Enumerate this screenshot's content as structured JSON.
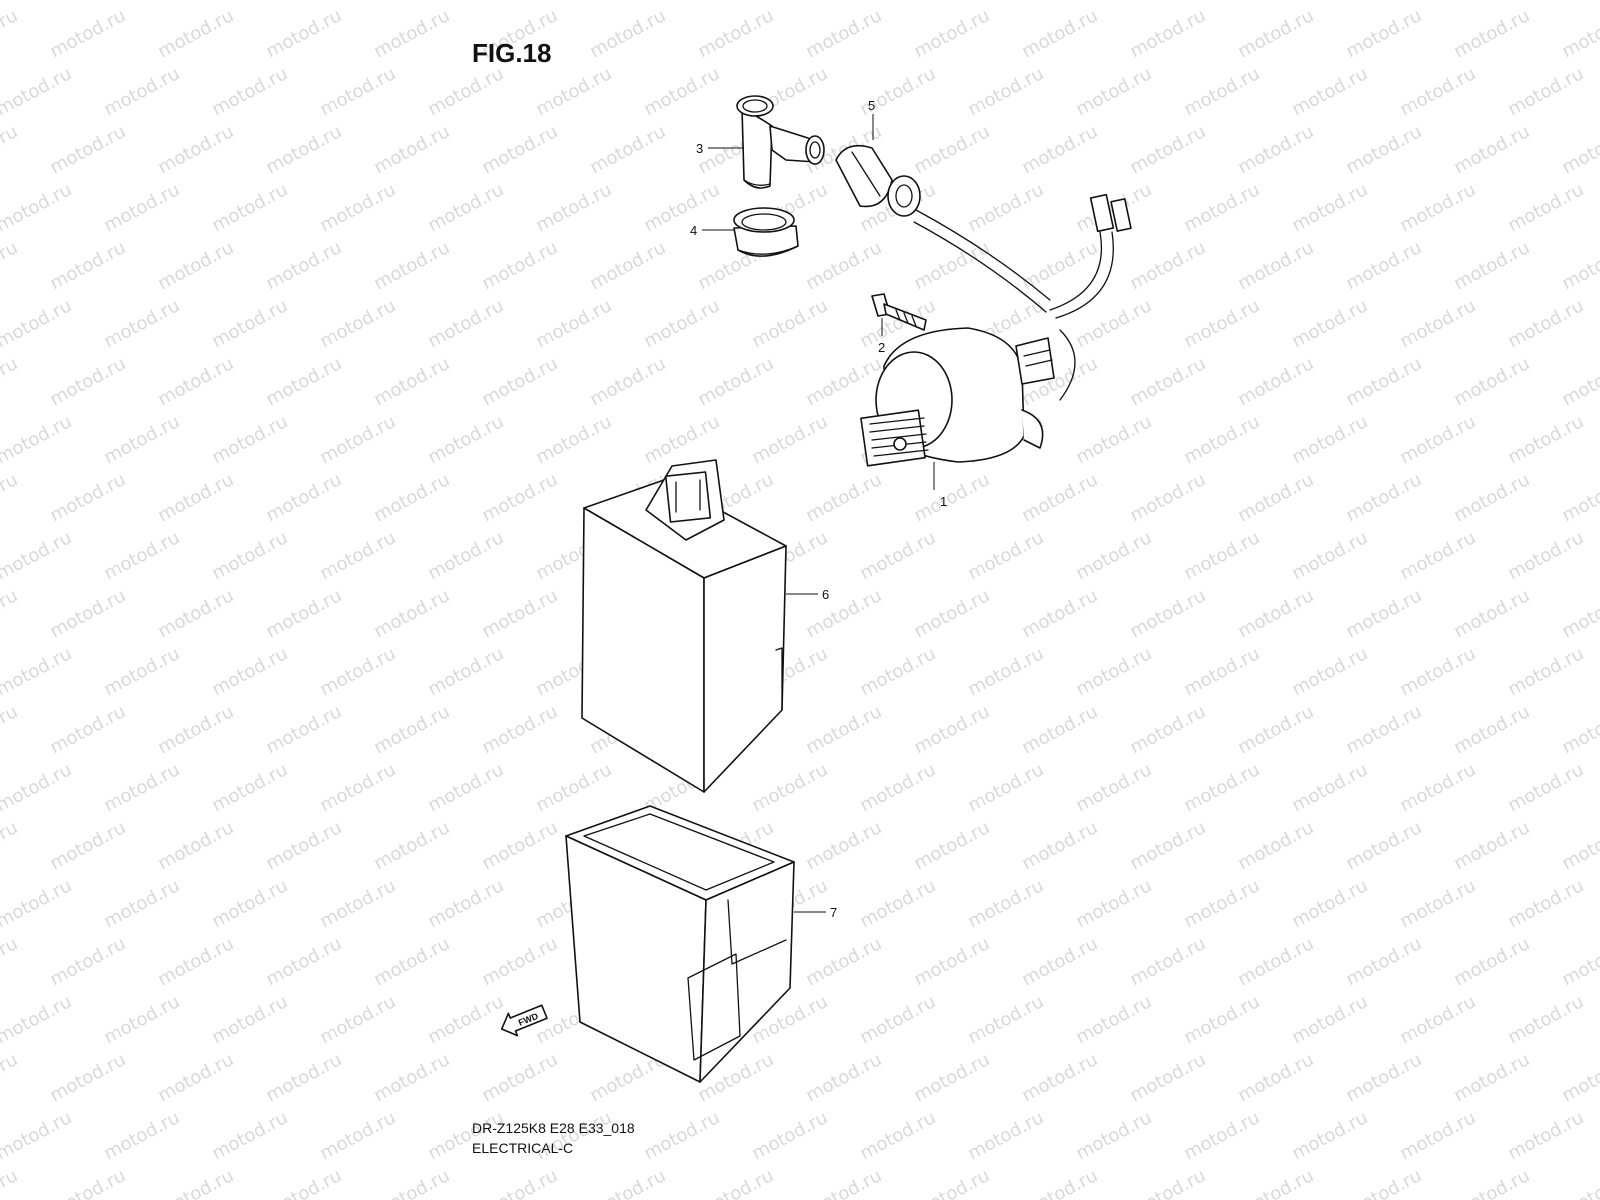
{
  "figure": {
    "title": "FIG.18",
    "model_code": "DR-Z125K8 E28 E33_018",
    "section": "ELECTRICAL-C"
  },
  "watermark": {
    "text": "motod.ru"
  },
  "direction_marker": {
    "text": "FWD"
  },
  "callouts": [
    {
      "id": "ignition-coil",
      "number": "1"
    },
    {
      "id": "bolt",
      "number": "2"
    },
    {
      "id": "plug-cap",
      "number": "3"
    },
    {
      "id": "plug-cap-seal",
      "number": "4"
    },
    {
      "id": "cable-grommet",
      "number": "5"
    },
    {
      "id": "cdi-unit",
      "number": "6"
    },
    {
      "id": "cdi-holder",
      "number": "7"
    }
  ]
}
